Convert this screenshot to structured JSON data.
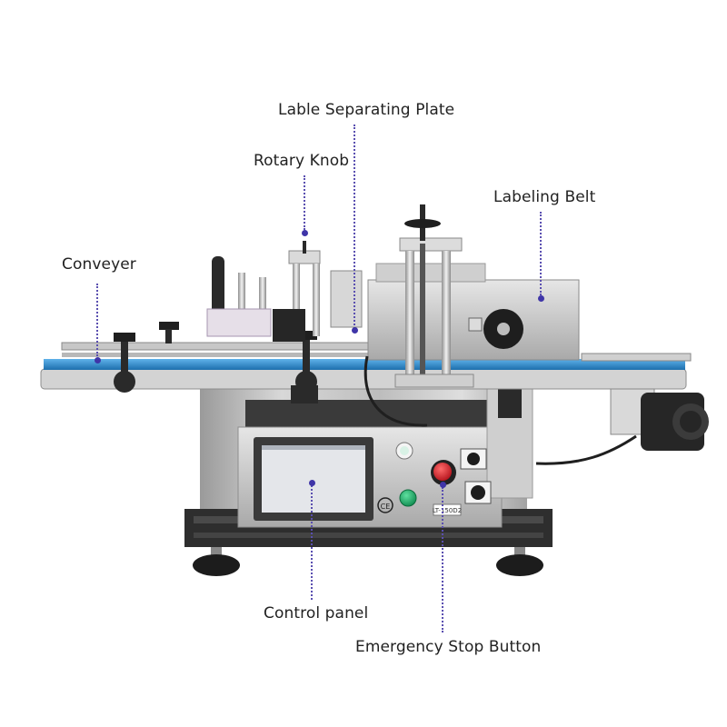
{
  "callouts": {
    "separating_plate": "Lable Separating Plate",
    "rotary_knob": "Rotary Knob",
    "labeling_belt": "Labeling Belt",
    "conveyer": "Conveyer",
    "control_panel": "Control panel",
    "emergency_stop": "Emergency Stop Button"
  },
  "machine": {
    "ce_mark": "CE",
    "model_plate": "LT-150D2"
  },
  "colors": {
    "leader": "#5a4fb0",
    "marker": "#3f35a8",
    "belt": "#2f86c8",
    "stainless": "#c9c9c9",
    "stop_button": "#d6202a",
    "start_button": "#1aa865",
    "screen": "#e4e6ea"
  }
}
